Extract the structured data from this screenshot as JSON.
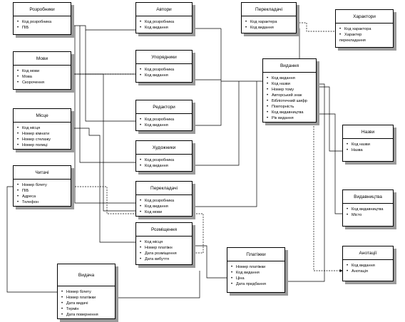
{
  "entities": [
    {
      "id": "developers",
      "title": "Розробники",
      "fields": [
        "Код розробника",
        "ПІБ"
      ]
    },
    {
      "id": "authors",
      "title": "Автори",
      "fields": [
        "Код розробника",
        "Код видання"
      ]
    },
    {
      "id": "translators",
      "title": "Перекладачі",
      "fields": [
        "Код характера",
        "Код видання"
      ]
    },
    {
      "id": "characters",
      "title": "Характори",
      "fields": [
        "Код характора",
        "Характер перекладання"
      ]
    },
    {
      "id": "languages",
      "title": "Мови",
      "fields": [
        "Код мови",
        "Мова",
        "Скорочення"
      ]
    },
    {
      "id": "compilers",
      "title": "Упорядники",
      "fields": [
        "Код розробника",
        "Код видання"
      ]
    },
    {
      "id": "publications",
      "title": "Видання",
      "fields": [
        "Код видання",
        "Код назви",
        "Номер тому",
        "Авторський знак",
        "Бібліотечний шифр",
        "Повторність",
        "Код видавництва",
        "Рік видання"
      ]
    },
    {
      "id": "places",
      "title": "Місце",
      "fields": [
        "Код місця",
        "Номер кімнати",
        "Номер стелажу",
        "Номер полиці"
      ]
    },
    {
      "id": "editors",
      "title": "Редактори",
      "fields": [
        "Код розробника",
        "Код видання"
      ]
    },
    {
      "id": "titles",
      "title": "Назви",
      "fields": [
        "Код назви",
        "Назва"
      ]
    },
    {
      "id": "artists",
      "title": "Художники",
      "fields": [
        "Код розробника",
        "Код видання"
      ]
    },
    {
      "id": "readers",
      "title": "Читачі",
      "fields": [
        "Номер білету",
        "ПІБ",
        "Адреса",
        "Телефон"
      ]
    },
    {
      "id": "translators2",
      "title": "Перекладачі",
      "fields": [
        "Код розробника",
        "Код видання",
        "Код мови"
      ]
    },
    {
      "id": "publishers",
      "title": "Видавництва",
      "fields": [
        "Код видавництва",
        "Місто"
      ]
    },
    {
      "id": "placement",
      "title": "Розміщення",
      "fields": [
        "Код місця",
        "Номер платіжн",
        "Дата розміщення",
        "Дата вибуття"
      ]
    },
    {
      "id": "payments",
      "title": "Платіжки",
      "fields": [
        "Номер платіжки",
        "Код видання",
        "Ціна",
        "Дата придбання"
      ]
    },
    {
      "id": "annotations",
      "title": "Анотації",
      "fields": [
        "Код видання",
        "Анотація"
      ]
    },
    {
      "id": "issue",
      "title": "Видача",
      "fields": [
        "Номер білету",
        "Номер платіжки",
        "Дата видачі",
        "Термін",
        "Дата повернення"
      ]
    }
  ]
}
